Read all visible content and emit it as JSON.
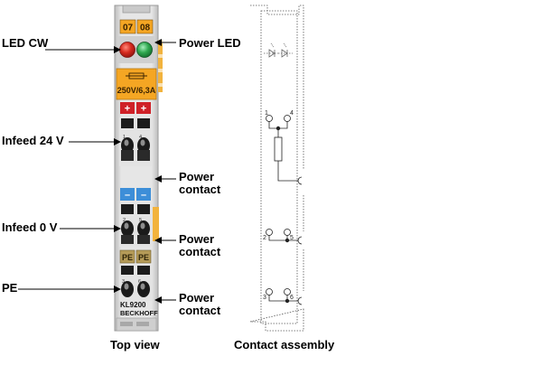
{
  "labels_left": {
    "led_cw": "LED CW",
    "infeed_24v": "Infeed 24 V",
    "infeed_0v": "Infeed 0 V",
    "pe": "PE"
  },
  "labels_right": {
    "power_led": "Power LED",
    "power_contact_1": [
      "Power",
      "contact"
    ],
    "power_contact_2": [
      "Power",
      "contact"
    ],
    "power_contact_3": [
      "Power",
      "contact"
    ]
  },
  "terminal": {
    "led_codes": [
      "07",
      "08"
    ],
    "fuse_rating": "250V/6,3A",
    "plus": [
      "+",
      "+"
    ],
    "minus": [
      "–",
      "–"
    ],
    "pe_marks": [
      "PE",
      "PE"
    ],
    "model": "KL9200",
    "brand": "BECKHOFF",
    "contact_numbers": [
      "1",
      "4",
      "2",
      "5",
      "3",
      "6"
    ]
  },
  "captions": {
    "top_view": "Top view",
    "contact_assembly": "Contact assembly"
  },
  "colors": {
    "orange": "#f5a623",
    "led_red": "#d62a1e",
    "led_green": "#2fa84f",
    "plus_red": "#cf2027",
    "minus_blue": "#3d8ed8",
    "housing": "#d9d9d9"
  }
}
